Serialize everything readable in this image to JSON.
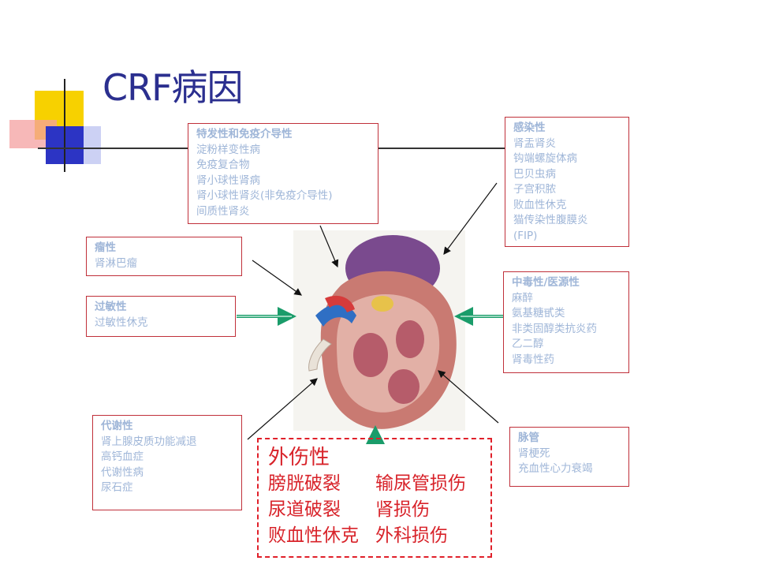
{
  "title": "CRF病因",
  "boxes": {
    "idiopathic": {
      "heading": "特发性和免疫介导性",
      "items": [
        "淀粉样变性病",
        "免疫复合物",
        "肾小球性肾病",
        "肾小球性肾炎(非免疫介导性)",
        "间质性肾炎"
      ]
    },
    "infection": {
      "heading": "感染性",
      "items": [
        "肾盂肾炎",
        "钩端螺旋体病",
        "巴贝虫病",
        "子宫积脓",
        "败血性休克",
        "猫传染性腹膜炎",
        "(FIP)"
      ]
    },
    "tumor": {
      "heading": "瘤性",
      "items": [
        "肾淋巴瘤"
      ]
    },
    "allergy": {
      "heading": "过敏性",
      "items": [
        "过敏性休克"
      ]
    },
    "toxic": {
      "heading": "中毒性/医源性",
      "items": [
        "麻醉",
        "氨基糖甙类",
        "非类固醇类抗炎药",
        "乙二醇",
        "肾毒性药"
      ]
    },
    "metabolic": {
      "heading": "代谢性",
      "items": [
        "肾上腺皮质功能减退",
        "高钙血症",
        "代谢性病",
        "尿石症"
      ]
    },
    "vascular": {
      "heading": "脉管",
      "items": [
        "肾梗死",
        "充血性心力衰竭"
      ]
    }
  },
  "trauma": {
    "heading": "外伤性",
    "rows": [
      [
        "膀胱破裂",
        "输尿管损伤"
      ],
      [
        "尿道破裂",
        "肾损伤"
      ],
      [
        "败血性休克",
        "外科损伤"
      ]
    ]
  },
  "colors": {
    "title": "#2b2f8f",
    "box_border": "#c0303a",
    "box_text": "#9fb6d8",
    "trauma_text": "#d8232a",
    "arrow_green": "#1a9c6a"
  }
}
